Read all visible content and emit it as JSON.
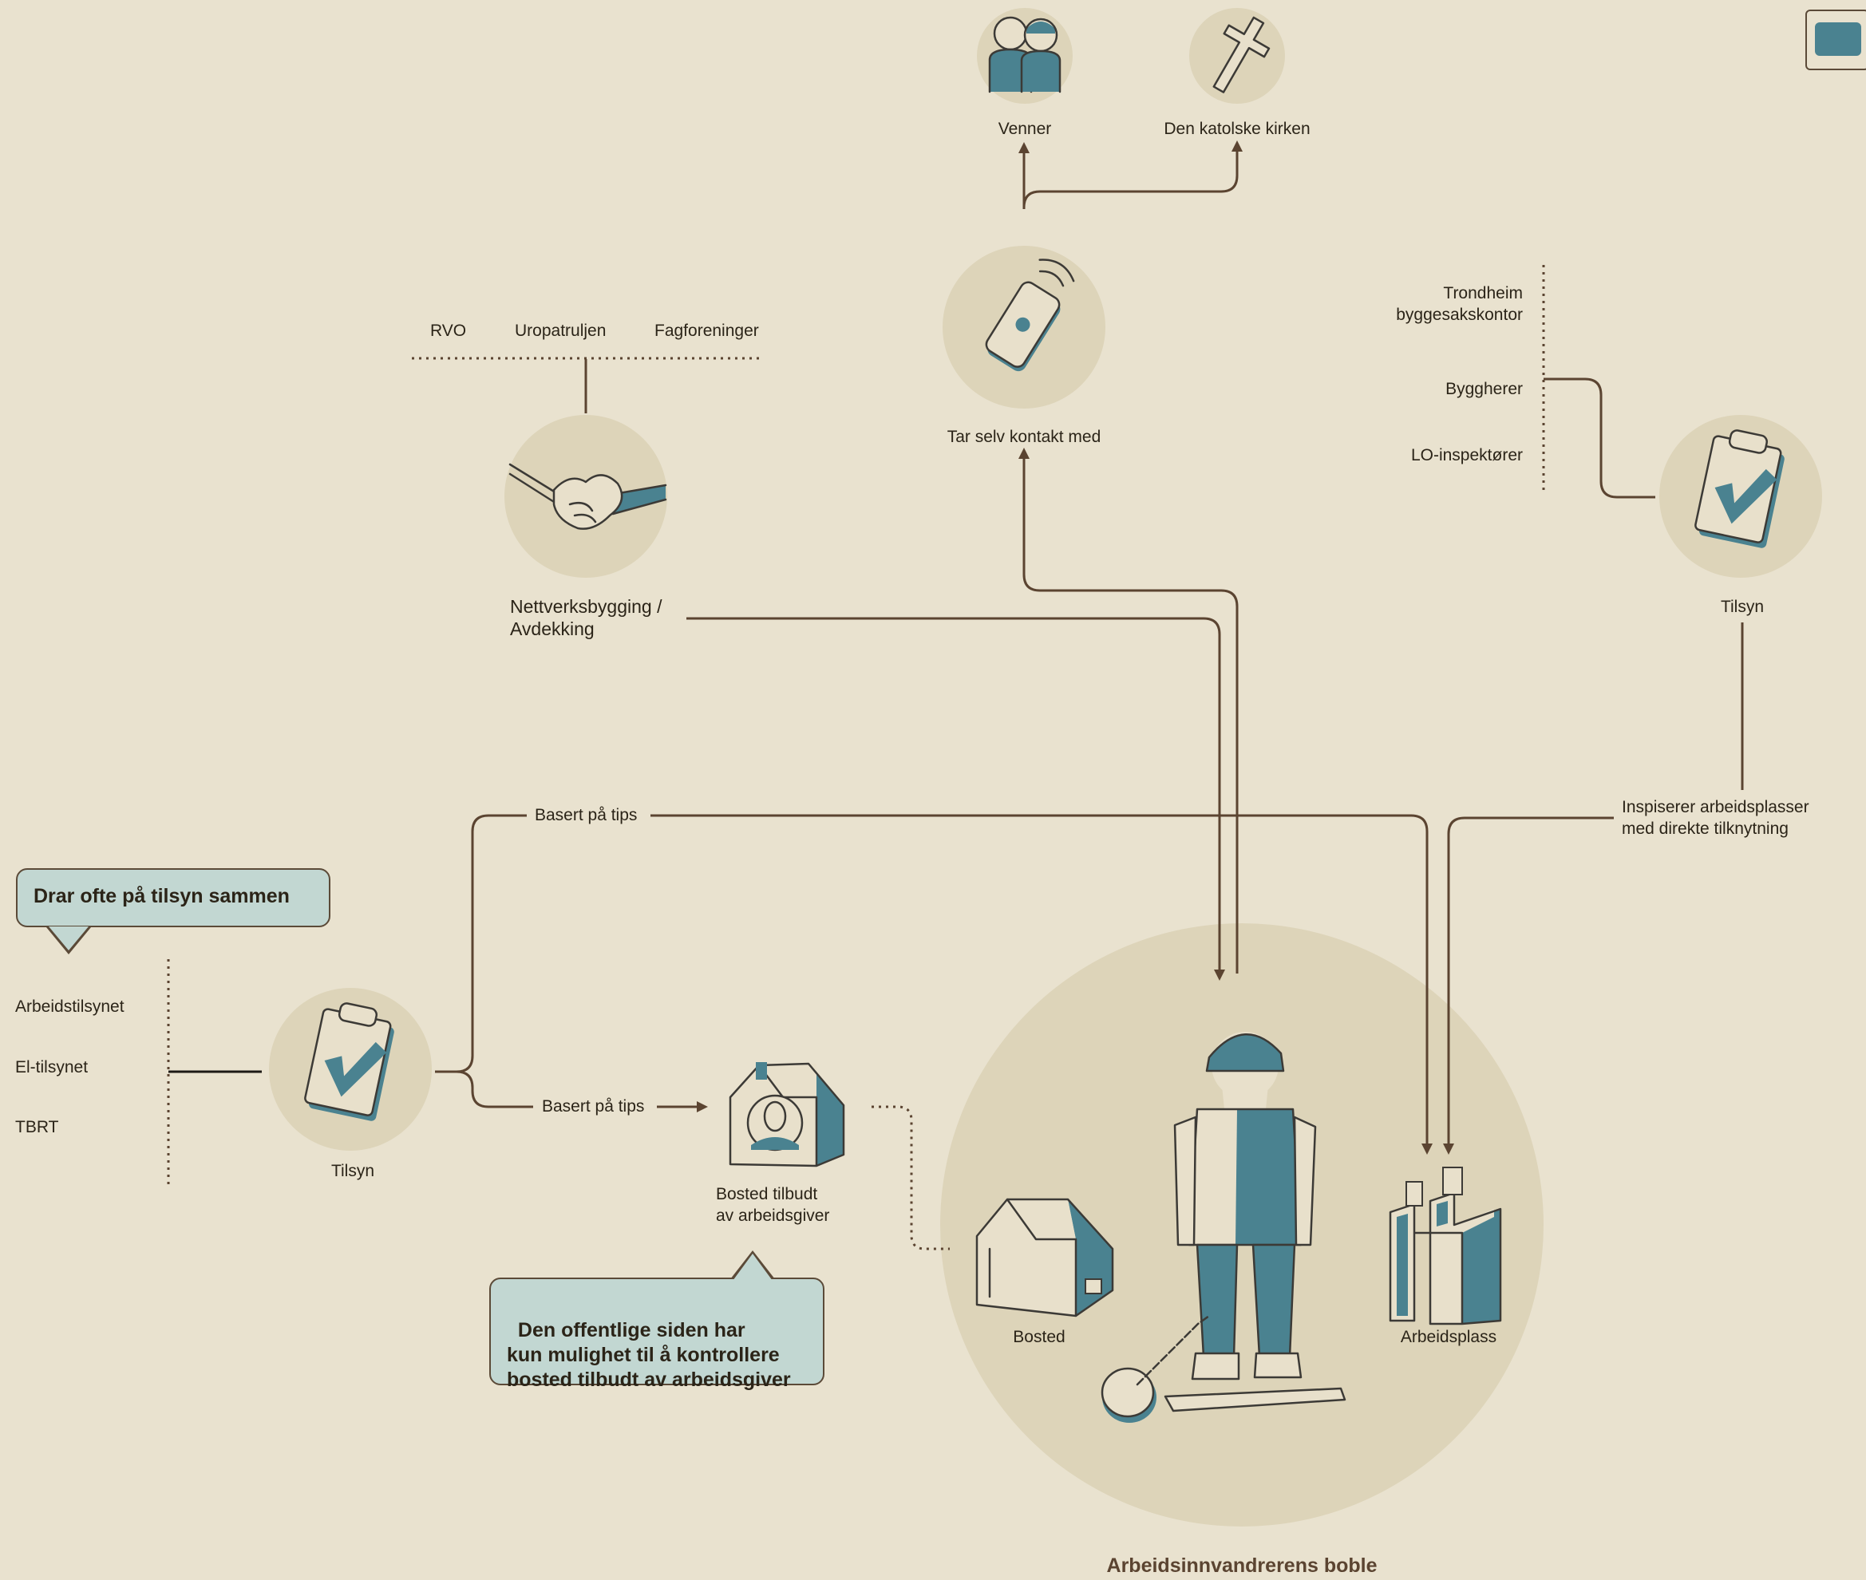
{
  "diagram": {
    "title": "Arbeidsinnvandrerens boble",
    "top": {
      "friends": "Venner",
      "church": "Den katolske kirken",
      "self_contact": "Tar selv kontakt med"
    },
    "network": {
      "orgs": [
        "RVO",
        "Uropatruljen",
        "Fagforeninger"
      ],
      "label": "Nettverksbygging /\nAvdekking"
    },
    "right_inspection": {
      "agencies": [
        "Trondheim\nbyggesakskontor",
        "Byggherer",
        "LO-inspektører"
      ],
      "label": "Tilsyn",
      "inspects": "Inspiserer arbeidsplasser\nmed direkte tilknytning"
    },
    "left_inspection": {
      "callout": "Drar ofte på tilsyn sammen",
      "agencies": [
        "Arbeidstilsynet",
        "El-tilsynet",
        "TBRT"
      ],
      "label": "Tilsyn",
      "tips_upper": "Basert på tips",
      "tips_lower": "Basert på tips"
    },
    "employer_housing": {
      "label": "Bosted tilbudt\nav arbeidsgiver",
      "callout": "Den offentlige siden har\nkun mulighet til å kontrollere\nbosted tilbudt av arbeidsgiver"
    },
    "bubble": {
      "housing": "Bosted",
      "workplace": "Arbeidsplass"
    }
  },
  "icons": [
    "friends-icon",
    "cross-icon",
    "phone-icon",
    "handshake-icon",
    "clipboard-check-icon",
    "house-icon",
    "worker-icon",
    "ball-and-chain-icon",
    "workplace-machine-icon"
  ],
  "colors": {
    "background": "#e9e2cf",
    "disc": "#ddd4b9",
    "line": "#5b4431",
    "teal": "#4a8290",
    "callout": "#c2d7d2"
  }
}
